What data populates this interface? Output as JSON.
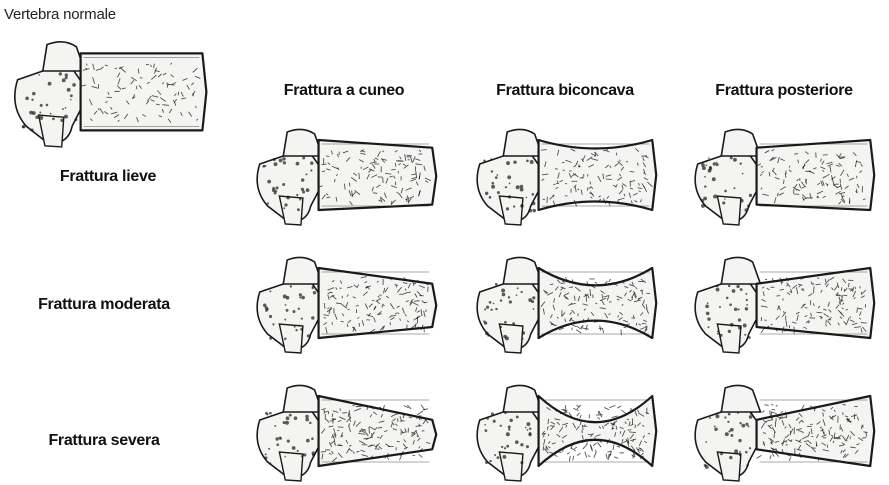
{
  "caption": "Vertebra normale",
  "columns": [
    {
      "label": "Frattura a cuneo"
    },
    {
      "label": "Frattura biconcava"
    },
    {
      "label": "Frattura posteriore"
    }
  ],
  "rows": [
    {
      "label": "Frattura lieve"
    },
    {
      "label": "Frattura moderata"
    },
    {
      "label": "Frattura severa"
    }
  ],
  "colors": {
    "ink": "#1a1a1a",
    "fill": "#f4f4f2",
    "background": "#ffffff"
  }
}
